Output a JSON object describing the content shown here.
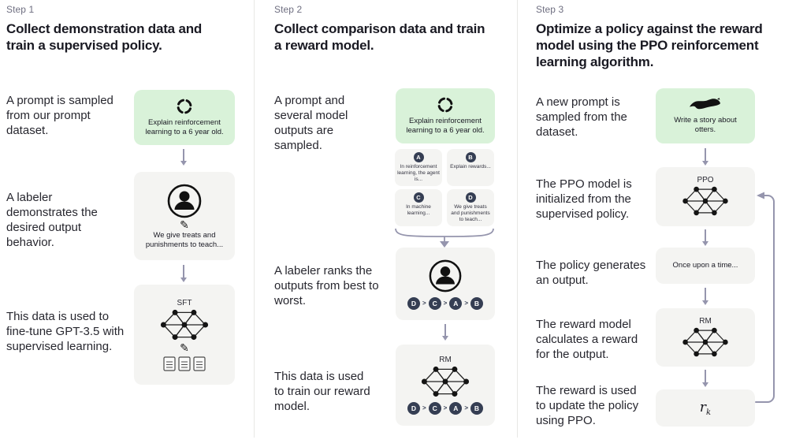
{
  "colors": {
    "background": "#ffffff",
    "green_box": "#d9f2d9",
    "gray_box": "#f4f4f2",
    "badge": "#353e53",
    "arrow": "#9595ad",
    "step_label": "#6e6e80",
    "divider": "#e8e8e5"
  },
  "rank_separator": ">",
  "icons": {
    "pencil": "✎"
  },
  "steps": [
    {
      "label": "Step 1",
      "heading": "Collect demonstration data and train a supervised policy.",
      "rows": [
        {
          "text": "A prompt is sampled from our prompt dataset.",
          "box_caption": "Explain reinforcement learning to a 6 year old.",
          "icon": "sampling-icon"
        },
        {
          "text": "A labeler demonstrates the desired output behavior.",
          "box_caption": "We give treats and punishments to teach...",
          "icon": "labeler-icon"
        },
        {
          "text": "This data is used to fine-tune GPT-3.5 with supervised learning.",
          "model_label": "SFT",
          "icon": "network-icon"
        }
      ]
    },
    {
      "label": "Step 2",
      "heading": "Collect comparison data and train a reward model.",
      "rows": [
        {
          "text": "A prompt and several model outputs are sampled.",
          "box_caption": "Explain reinforcement learning to a 6 year old.",
          "outputs": [
            {
              "id": "A",
              "text": "In reinforcement learning, the agent is..."
            },
            {
              "id": "B",
              "text": "Explain rewards..."
            },
            {
              "id": "C",
              "text": "In machine learning..."
            },
            {
              "id": "D",
              "text": "We give treats and punishments to teach..."
            }
          ]
        },
        {
          "text": "A labeler ranks the outputs from best to worst.",
          "ranking": [
            "D",
            "C",
            "A",
            "B"
          ]
        },
        {
          "text": "This data is used to train our reward model.",
          "model_label": "RM",
          "ranking": [
            "D",
            "C",
            "A",
            "B"
          ]
        }
      ]
    },
    {
      "label": "Step 3",
      "heading": "Optimize a policy against the reward model using the PPO reinforcement learning algorithm.",
      "rows": [
        {
          "text": "A new prompt is sampled from the dataset.",
          "box_caption": "Write a story about otters.",
          "icon": "otter-icon"
        },
        {
          "text": "The PPO model is initialized from the supervised policy.",
          "model_label": "PPO"
        },
        {
          "text": "The policy generates an output.",
          "box_caption": "Once upon a time..."
        },
        {
          "text": "The reward model calculates a reward for the output.",
          "model_label": "RM"
        },
        {
          "text": "The reward is used to update the policy using PPO.",
          "formula": {
            "base": "r",
            "sub": "k"
          }
        }
      ]
    }
  ]
}
